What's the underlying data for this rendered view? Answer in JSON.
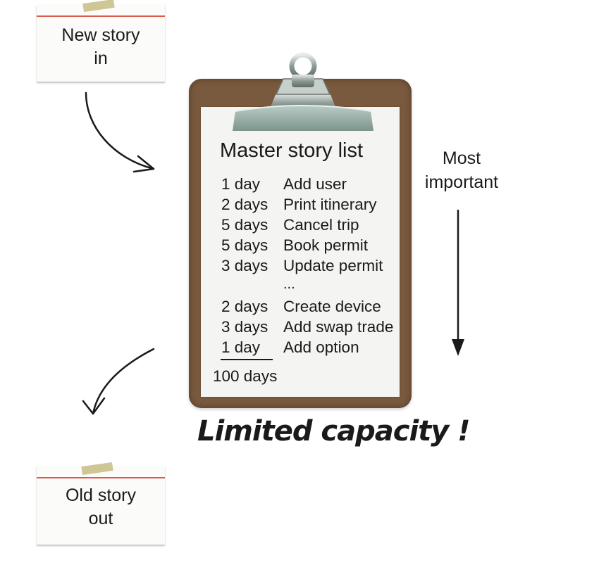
{
  "card_in": {
    "line1": "New story",
    "line2": "in"
  },
  "card_out": {
    "line1": "Old story",
    "line2": "out"
  },
  "list": {
    "title": "Master story list",
    "rows": [
      {
        "duration": "1 day",
        "name": "Add user"
      },
      {
        "duration": "2 days",
        "name": "Print itinerary"
      },
      {
        "duration": "5 days",
        "name": "Cancel trip"
      },
      {
        "duration": "5 days",
        "name": "Book permit"
      },
      {
        "duration": "3 days",
        "name": "Update permit"
      },
      {
        "duration": "",
        "name": ""
      },
      {
        "duration": "2 days",
        "name": "Create device"
      },
      {
        "duration": "3 days",
        "name": "Add swap trade"
      },
      {
        "duration": "1 day",
        "name": "Add option"
      }
    ],
    "ellipsis": "...",
    "total": "100 days"
  },
  "priority": {
    "line1": "Most",
    "line2": "important"
  },
  "caption": "Limited capacity !",
  "colors": {
    "card_rule": "#e05a4a",
    "tape": "#c9c08a",
    "board": "#7a5a3e",
    "clip": "#8fa7a0"
  }
}
